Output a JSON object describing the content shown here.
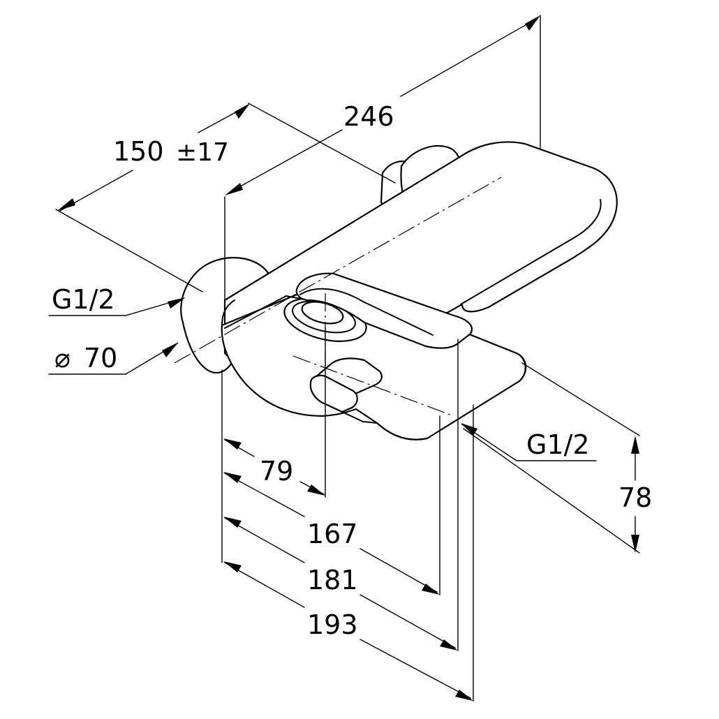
{
  "dimensions": {
    "overall_length": "246",
    "wall_distance": "150",
    "wall_tolerance": "±17",
    "inlet_thread_left": "G1/2",
    "rosette_diameter_symbol": "⌀",
    "rosette_diameter": "70",
    "outlet_thread": "G1/2",
    "height": "78",
    "lever_axis_distance": "79",
    "spout_dist_1": "167",
    "spout_dist_2": "181",
    "spout_dist_3": "193"
  }
}
